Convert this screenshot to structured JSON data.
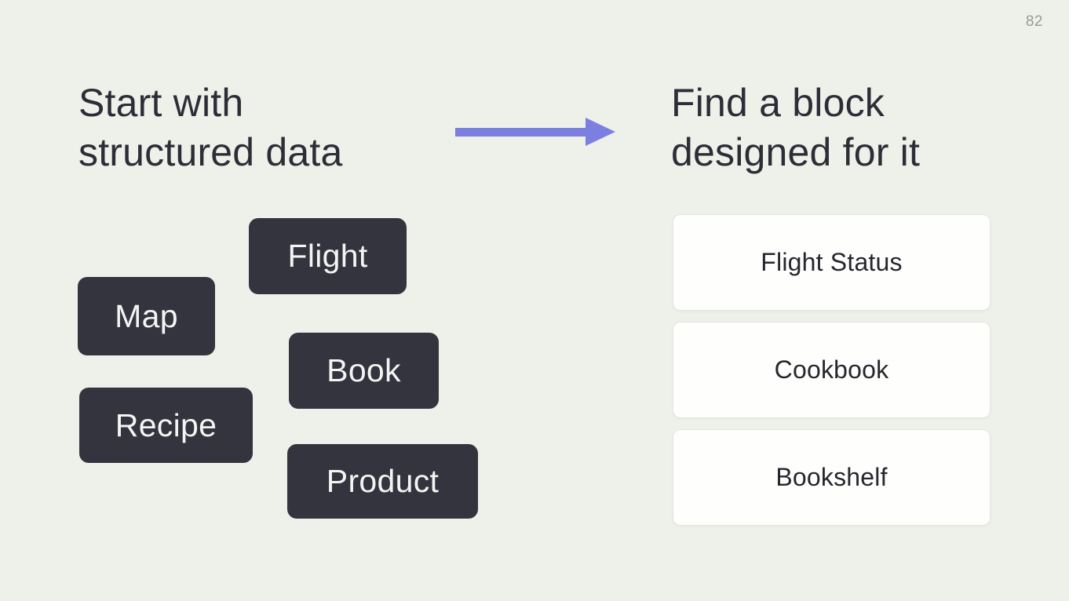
{
  "page_number": "82",
  "colors": {
    "background": "#eef0ea",
    "accent_arrow": "#7b80e0",
    "tag_background": "#34343e",
    "tag_text": "#f4f4f3",
    "heading_text": "#2e2d37",
    "card_background": "#fefefd",
    "card_border": "#e5e7e1",
    "card_text": "#26262e",
    "page_number_text": "#9b9b98"
  },
  "left_section": {
    "heading_line1": "Start with",
    "heading_line2": "structured data",
    "tags": [
      "Flight",
      "Map",
      "Book",
      "Recipe",
      "Product"
    ]
  },
  "right_section": {
    "heading_line1": "Find a block",
    "heading_line2": "designed for it",
    "cards": [
      "Flight Status",
      "Cookbook",
      "Bookshelf"
    ]
  }
}
